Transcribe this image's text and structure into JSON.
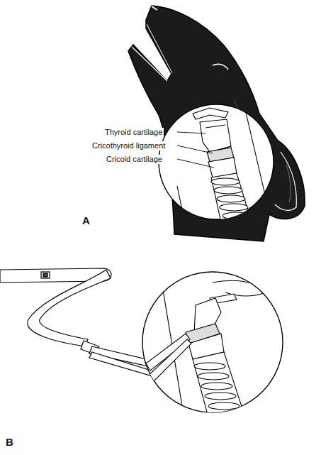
{
  "diagram": {
    "labels": [
      "Thyroid cartilage",
      "Cricothyroid ligament",
      "Cricoid cartilage",
      "A",
      "B"
    ]
  }
}
